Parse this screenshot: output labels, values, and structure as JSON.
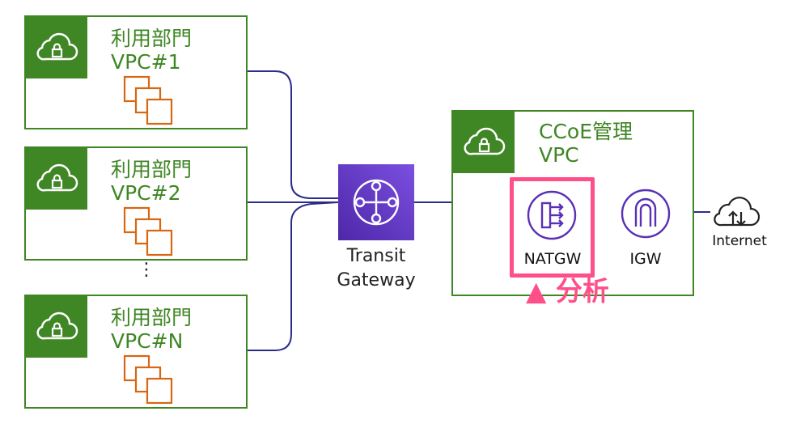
{
  "vpcs": [
    {
      "line1": "利用部門",
      "line2": "VPC#1"
    },
    {
      "line1": "利用部門",
      "line2": "VPC#2"
    },
    {
      "line1": "利用部門",
      "line2": "VPC#N"
    }
  ],
  "ellipsis": "⋮",
  "tgw": {
    "line1": "Transit",
    "line2": "Gateway"
  },
  "ccoe": {
    "line1": "CCoE管理",
    "line2": "VPC"
  },
  "natgw_label": "NATGW",
  "igw_label": "IGW",
  "internet_label": "Internet",
  "callout": "▲ 分析",
  "colors": {
    "vpc_green": "#3f8624",
    "tgw_purple": "#5a30b5",
    "highlight_pink": "#ff4f8b",
    "subnet_orange": "#d86613"
  }
}
